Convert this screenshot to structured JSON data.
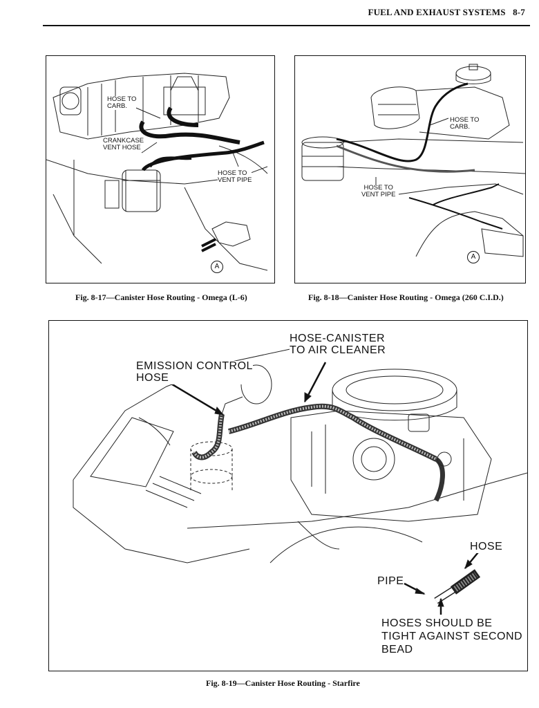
{
  "header": {
    "title": "FUEL AND EXHAUST SYSTEMS",
    "page": "8-7"
  },
  "fig17": {
    "labels": {
      "hose_to_carb": "HOSE TO\nCARB.",
      "crankcase_vent": "CRANKCASE\nVENT HOSE",
      "hose_to_vent": "HOSE TO\nVENT PIPE",
      "detail": "A"
    },
    "caption": "Fig. 8-17—Canister Hose Routing - Omega (L-6)"
  },
  "fig18": {
    "labels": {
      "hose_to_carb": "HOSE TO\nCARB.",
      "hose_to_vent": "HOSE TO\nVENT PIPE",
      "detail": "A"
    },
    "caption": "Fig. 8-18—Canister Hose Routing - Omega (260 C.I.D.)"
  },
  "fig19": {
    "labels": {
      "hose_canister": "HOSE-CANISTER\nTO AIR CLEANER",
      "emission_control": "EMISSION CONTROL\nHOSE",
      "hose": "HOSE",
      "pipe": "PIPE",
      "note": "HOSES SHOULD BE\nTIGHT AGAINST SECOND\nBEAD"
    },
    "caption": "Fig. 8-19—Canister Hose Routing - Starfire"
  }
}
